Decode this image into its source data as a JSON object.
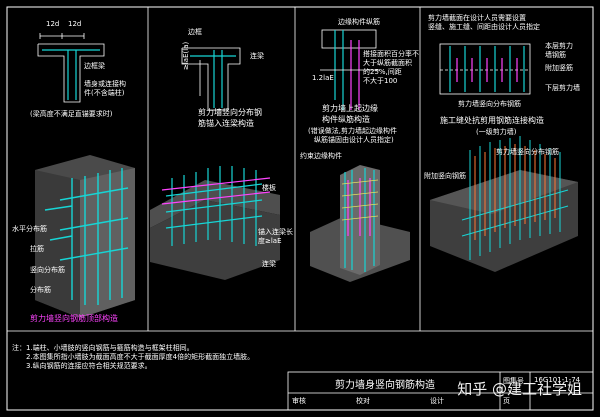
{
  "panel1": {
    "lbl_12a": "12d",
    "lbl_12b": "12d",
    "lbl_beam": "边框梁",
    "lbl_wall": "墙身或连接构",
    "lbl_wall2": "件(不含端柱)",
    "lbl_note": "(梁高度不满足直锚要求时)",
    "lbl_horiz": "水平分布筋",
    "lbl_tie": "拉筋",
    "lbl_vert": "竖向分布筋",
    "lbl_dist": "分布筋",
    "caption": "剪力墙竖向钢筋顶部构造"
  },
  "panel2": {
    "lbl_lae": "≥laE(la)",
    "lbl_beam": "边框",
    "lbl_beam2": "连梁",
    "caption1": "剪力墙竖向分布钢",
    "caption2": "筋锚入连梁构造",
    "lbl_slab": "楼板",
    "lbl_link": "锚入连梁长",
    "lbl_link2": "度≥laE",
    "lbl_beam3": "连梁"
  },
  "panel3": {
    "lbl_top": "边缘构件纵筋",
    "lbl_l1": "1.2laE",
    "lbl_spec1": "搭接面积百分率不",
    "lbl_spec2": "大于纵筋截面积",
    "lbl_spec3": "的25%,间距",
    "lbl_spec4": "不大于100",
    "caption1": "剪力墙上起边缘",
    "caption2": "构件纵筋构造",
    "sub1": "(错误做法,剪力墙起边缘构件",
    "sub2": "纵筋锚固由设计人员指定)",
    "lbl_left": "约束边缘构件"
  },
  "panel4": {
    "top1": "剪力墙截面在设计人员需要设置",
    "top2": "竖缝、施工缝、间距由设计人员指定",
    "lbl_up": "本层剪力",
    "lbl_up2": "墙钢筋",
    "lbl_mid": "附加竖筋",
    "lbl_low": "下层剪力墙",
    "lbl_bar": "剪力墙竖向分布钢筋",
    "caption": "施工缝处抗剪用钢筋连接构造",
    "sub": "(一级剪力墙)",
    "lbl_small": "剪力墙竖向分布钢筋",
    "lbl_side": "附加竖向钢筋"
  },
  "notes": {
    "n1": "注：1.端柱、小墙肢的竖向钢筋与箍筋构造与框架柱相同。",
    "n2": "2.本图集所指小墙肢为截面高度不大于截面厚度4倍的矩形截面独立墙肢。",
    "n3": "3.纵向钢筋的连接应符合相关规范要求。"
  },
  "titleblock": {
    "title": "剪力墙身竖向钢筋构造",
    "set_label": "图集号",
    "set_no": "16G101-1-74",
    "review": "审核",
    "check": "校对",
    "design": "设计",
    "page": "页"
  },
  "watermark": "知乎 @建工社学姐",
  "colors": {
    "rebar_cyan": "#17d5d5",
    "rebar_magenta": "#ff44ff",
    "concrete": "#5a5a5a",
    "line": "#ffffff"
  }
}
